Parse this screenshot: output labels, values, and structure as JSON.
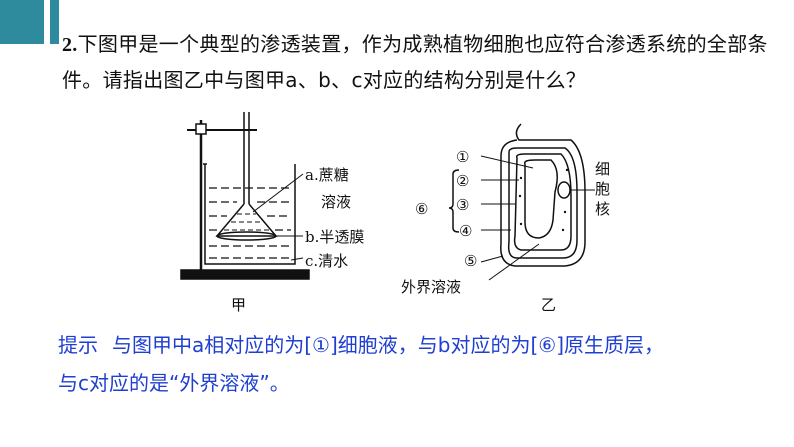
{
  "question": {
    "number": "2.",
    "text": "下图甲是一个典型的渗透装置，作为成熟植物细胞也应符合渗透系统的全部条件。请指出图乙中与图甲a、b、c对应的结构分别是什么？"
  },
  "figure_jia": {
    "caption": "甲",
    "label_a_line1": "a.蔗糖",
    "label_a_line2": "溶液",
    "label_b": "b.半透膜",
    "label_c": "c.清水"
  },
  "figure_yi": {
    "caption": "乙",
    "markers": [
      "①",
      "②",
      "③",
      "⑥",
      "④",
      "⑤"
    ],
    "nucleus_label": [
      "细",
      "胞",
      "核"
    ],
    "outer_solution_label": "外界溶液"
  },
  "hint": {
    "lead": "提示",
    "line1": "与图甲中a相对应的为[①]细胞液，与b对应的为[⑥]原生质层，",
    "line2": "与c对应的是“外界溶液”。"
  }
}
